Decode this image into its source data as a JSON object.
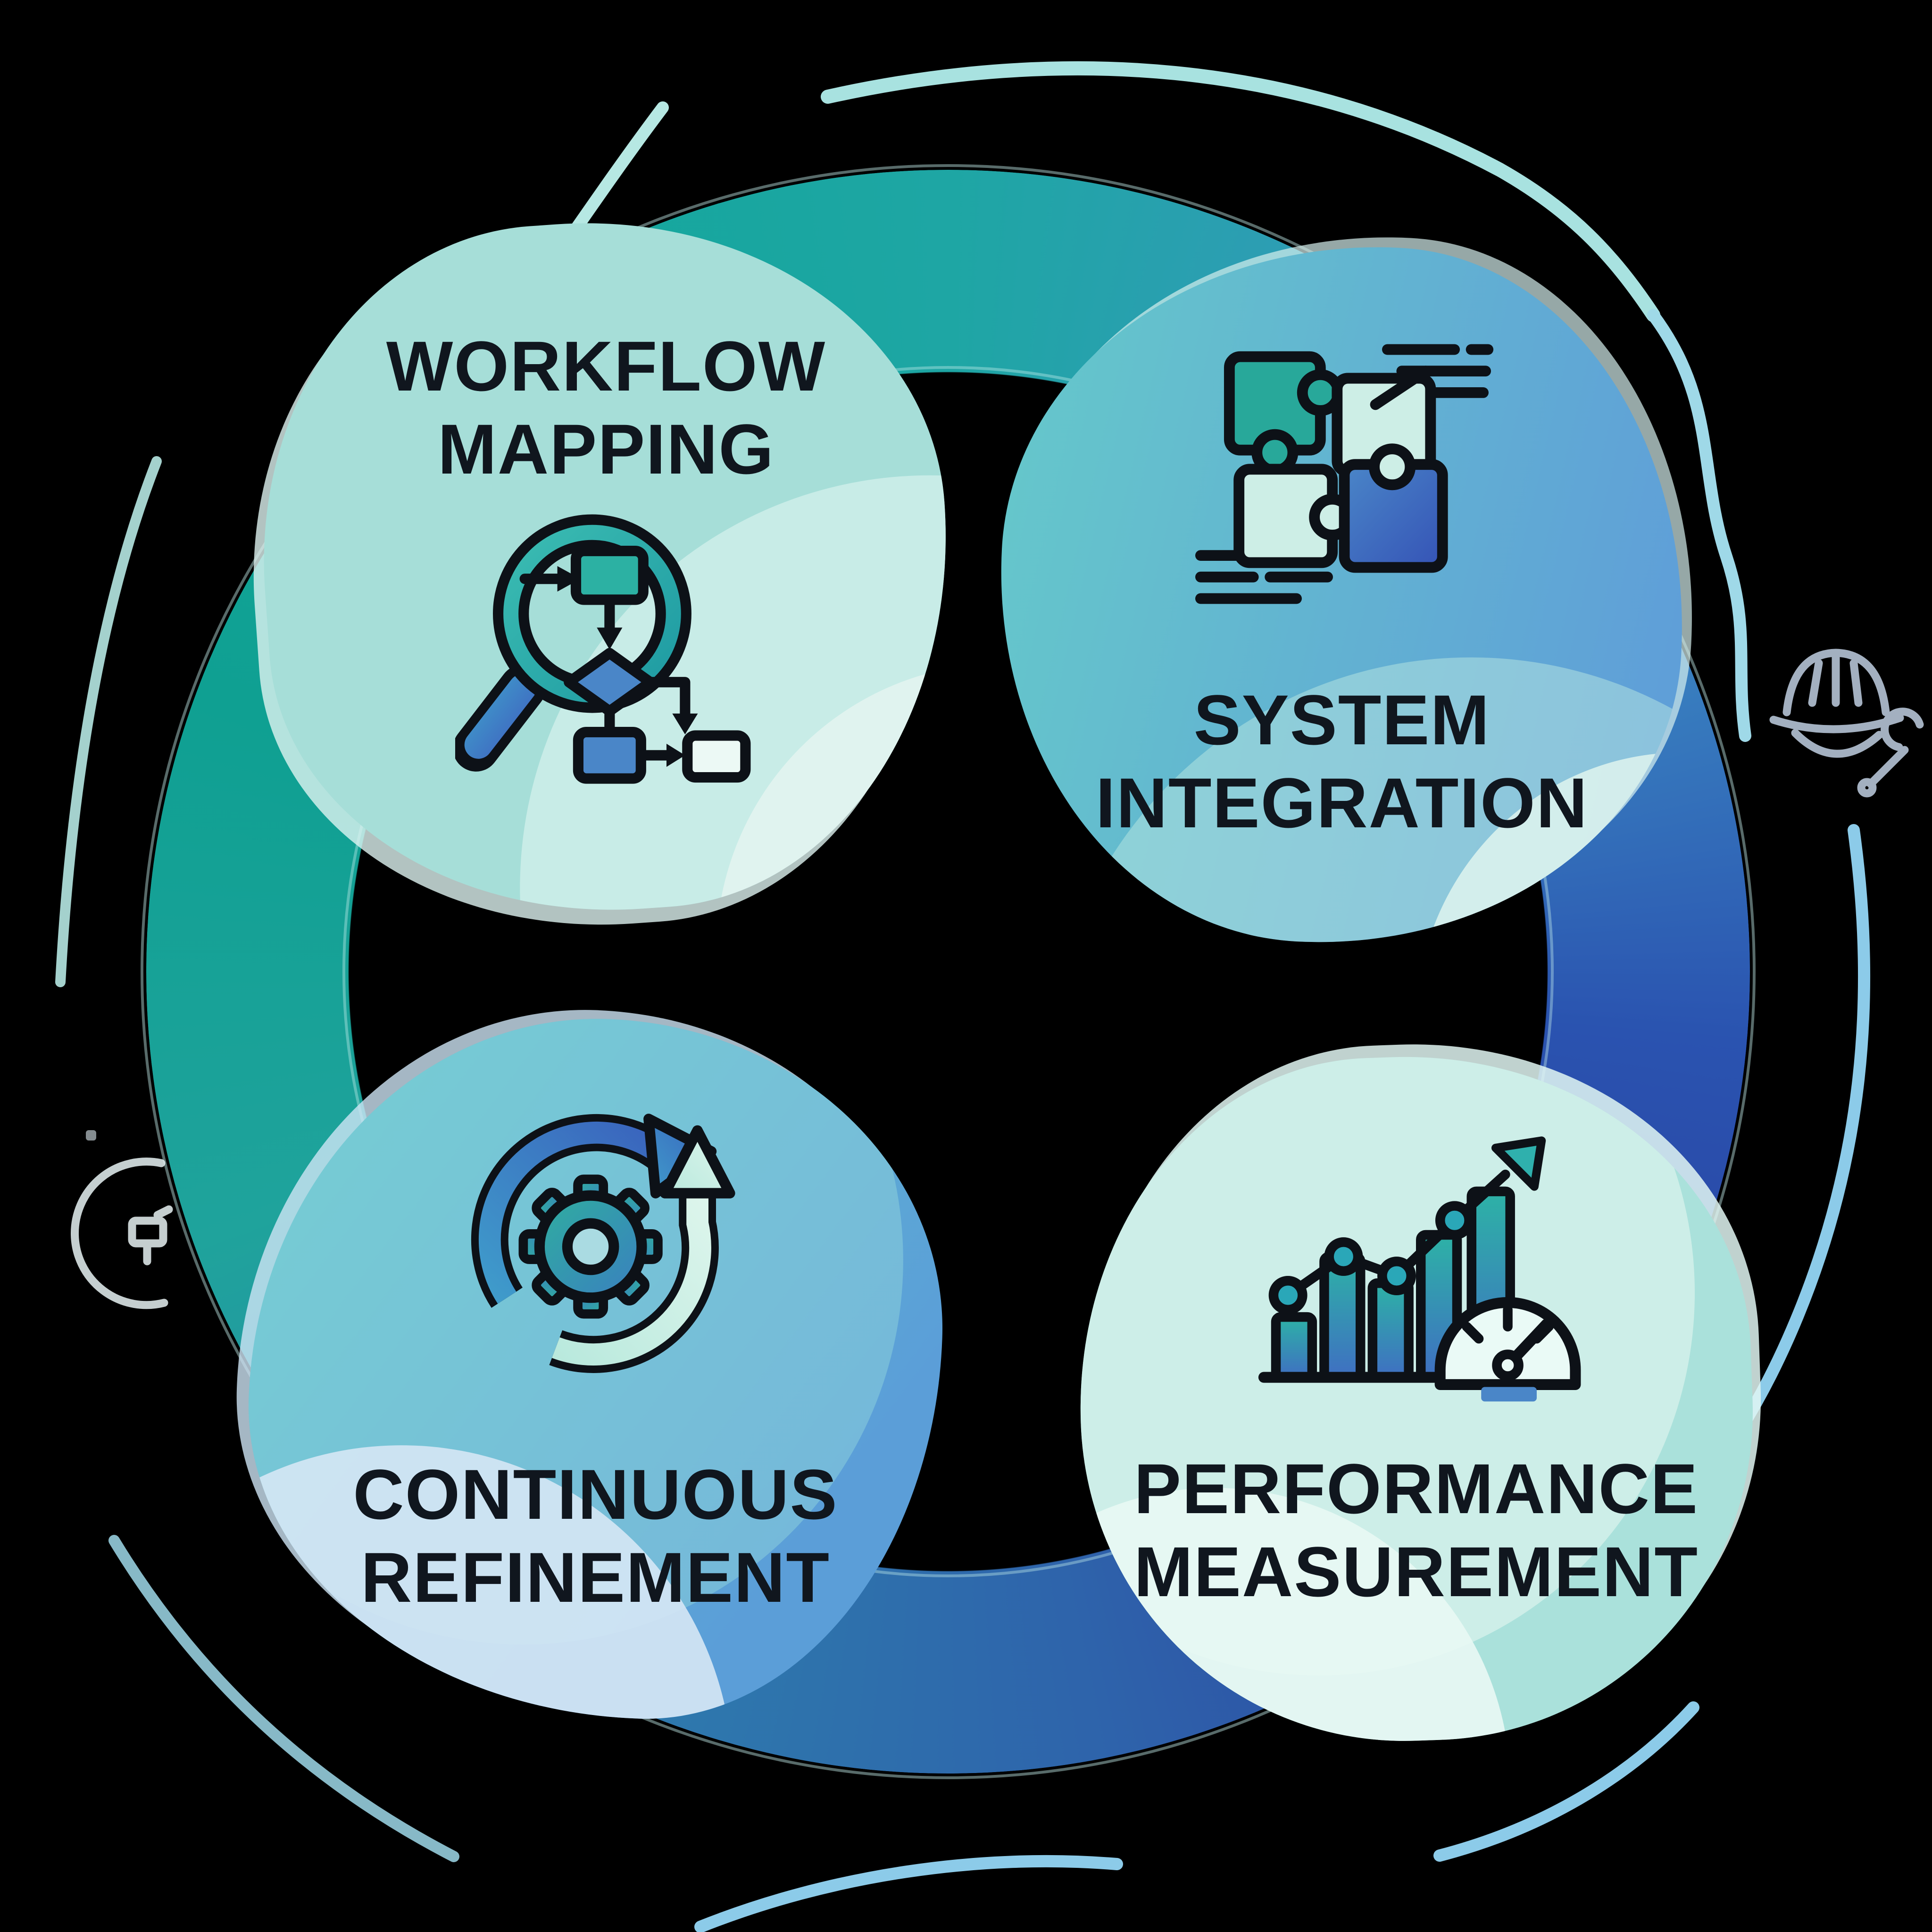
{
  "diagram_type": "four-step-cycle-infographic",
  "steps": [
    {
      "id": "workflow-mapping",
      "line1": "WORKFLOW",
      "line2": "MAPPING",
      "icon": "magnifier-flowchart-icon"
    },
    {
      "id": "system-integration",
      "line1": "SYSTEM",
      "line2": "INTEGRATION",
      "icon": "puzzle-pieces-icon"
    },
    {
      "id": "continuous-refinement",
      "line1": "CONTINUOUS",
      "line2": "REFINEMENT",
      "icon": "cycle-arrows-gear-icon"
    },
    {
      "id": "performance-measurement",
      "line1": "PERFORMANCE",
      "line2": "MEASUREMENT",
      "icon": "bar-chart-gauge-icon"
    }
  ],
  "colors": {
    "background": "#000000",
    "ring_teal_left": "#12a096",
    "ring_teal_top": "#1ea6a4",
    "ring_blue_right": "#2b4aad",
    "ring_blue_bottom": "#2e74ac",
    "blob_light_teal": "#a6ded8",
    "blob_light_mint": "#aae1db",
    "blob_gradient_teal": "#65c6cb",
    "blob_gradient_blue": "#5f9fd8",
    "text": "#10161e",
    "icon_outline": "#0d1117",
    "icon_teal": "#2cb1a3",
    "icon_blue": "#4a86c8",
    "decor_teal_line": "#b6e8e3",
    "decor_blue_line": "#8ccbe9",
    "watermark_blue": "#ccdcf0",
    "watermark_white": "#e8f3f4"
  },
  "watermarks": [
    {
      "id": "hard-hat-wrench",
      "side": "right"
    },
    {
      "id": "gear-refresh-arrow",
      "side": "left"
    }
  ]
}
